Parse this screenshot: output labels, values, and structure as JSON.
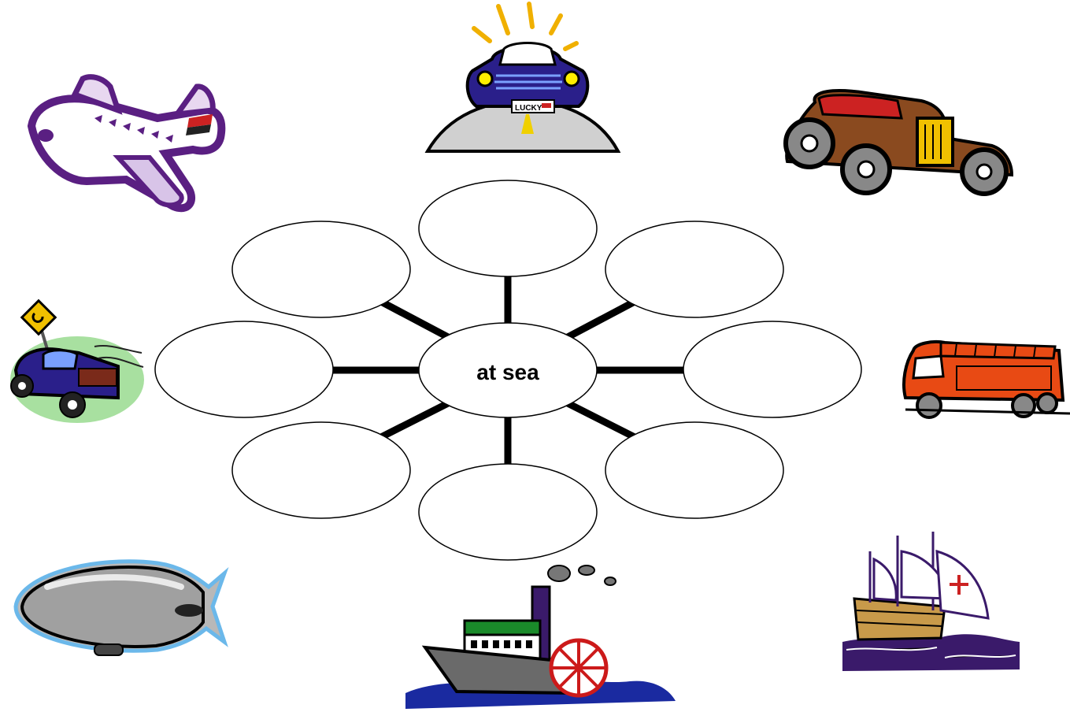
{
  "center": {
    "label": "at sea"
  },
  "bubbles": [
    {
      "id": "top",
      "text": ""
    },
    {
      "id": "top-right",
      "text": ""
    },
    {
      "id": "right",
      "text": ""
    },
    {
      "id": "bottom-right",
      "text": ""
    },
    {
      "id": "bottom",
      "text": ""
    },
    {
      "id": "bottom-left",
      "text": ""
    },
    {
      "id": "left",
      "text": ""
    },
    {
      "id": "top-left",
      "text": ""
    }
  ],
  "cliparts": {
    "car_sign": "LUCKY"
  },
  "colors": {
    "stroke": "#000000",
    "background": "#ffffff"
  }
}
